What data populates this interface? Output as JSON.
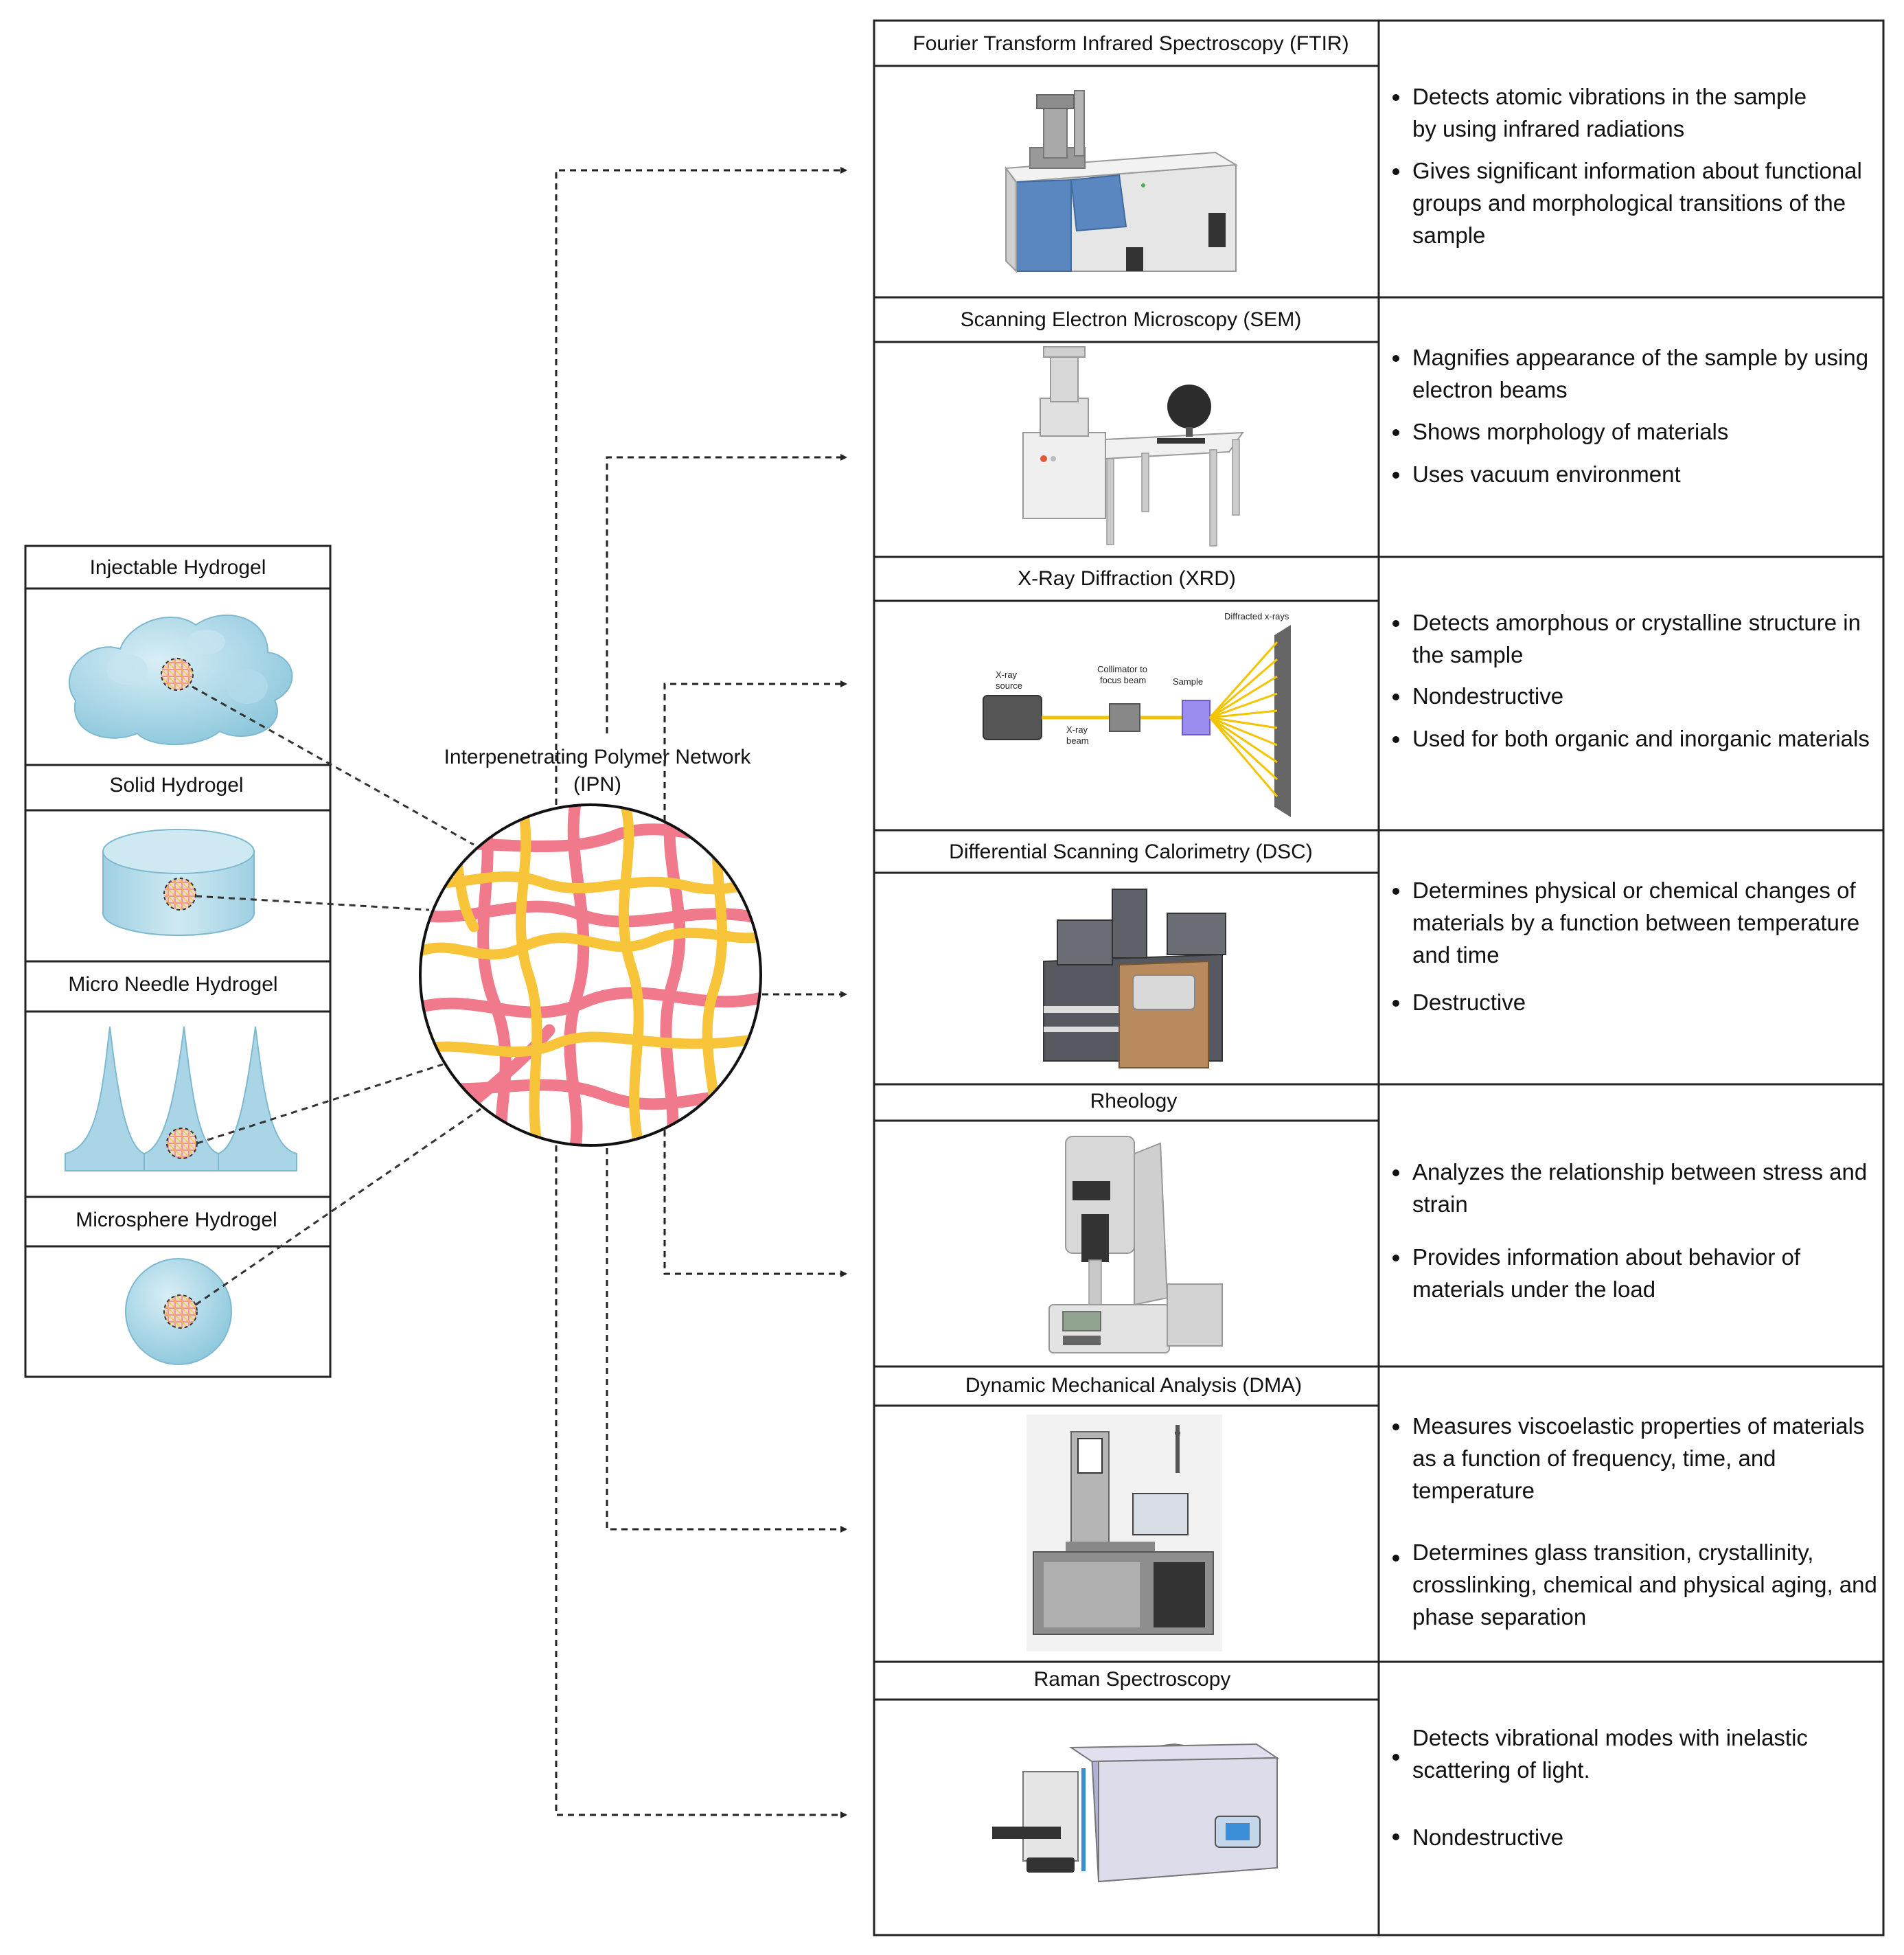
{
  "hydrogels": [
    {
      "title": "Injectable Hydrogel"
    },
    {
      "title": "Solid Hydrogel"
    },
    {
      "title": "Micro Needle Hydrogel"
    },
    {
      "title": "Microsphere Hydrogel"
    }
  ],
  "center": {
    "title_line1": "Interpenetrating Polymer Network",
    "title_line2": "(IPN)"
  },
  "techniques": [
    {
      "title": "Fourier Transform Infrared Spectroscopy (FTIR)",
      "icon": "ftir-instrument-icon",
      "bullets": [
        [
          "Detects atomic vibrations in the sample",
          "by using infrared radiations"
        ],
        [
          "Gives significant information about  functional",
          "groups and morphological transitions of the",
          "sample"
        ]
      ]
    },
    {
      "title": "Scanning Electron Microscopy (SEM)",
      "icon": "sem-instrument-icon",
      "bullets": [
        [
          "Magnifies appearance of the sample by using",
          "electron beams"
        ],
        [
          "Shows morphology of materials"
        ],
        [
          "Uses vacuum environment"
        ]
      ]
    },
    {
      "title": "X-Ray Diffraction (XRD)",
      "icon": "xrd-setup-icon",
      "bullets": [
        [
          "Detects amorphous or crystalline structure in",
          "the sample"
        ],
        [
          "Nondestructive"
        ],
        [
          "Used for both organic and inorganic materials"
        ]
      ]
    },
    {
      "title": "Differential Scanning Calorimetry (DSC)",
      "icon": "dsc-instrument-icon",
      "bullets": [
        [
          "Determines physical or chemical changes of",
          "materials by a function between temperature",
          "and time"
        ],
        [
          "Destructive"
        ]
      ]
    },
    {
      "title": "Rheology",
      "icon": "rheometer-icon",
      "bullets": [
        [
          "Analyzes the relationship between stress and",
          "strain"
        ],
        [
          "Provides information about  behavior of",
          "materials under the load"
        ]
      ]
    },
    {
      "title": "Dynamic Mechanical Analysis (DMA)",
      "icon": "dma-instrument-icon",
      "bullets": [
        [
          "Measures viscoelastic properties of materials",
          "as a function of frequency, time, and",
          "temperature"
        ],
        [
          "Determines glass transition, crystallinity,",
          "crosslinking, chemical and physical aging, and",
          "phase separation"
        ]
      ]
    },
    {
      "title": "Raman Spectroscopy",
      "icon": "raman-spectrometer-icon",
      "bullets": [
        [
          "Detects vibrational modes with inelastic",
          "scattering of light."
        ],
        [
          "Nondestructive"
        ]
      ]
    }
  ],
  "xrd_labels": {
    "xray_source_1": "X-ray",
    "xray_source_2": "source",
    "collimator_1": "Collimator to",
    "collimator_2": "focus beam",
    "sample": "Sample",
    "xray_beam_1": "X-ray",
    "xray_beam_2": "beam",
    "diffracted": "Diffracted x-rays"
  },
  "colors": {
    "hydrogel_blue": "#a9d5e6",
    "ipn_pink": "#f07a8c",
    "ipn_yellow": "#f7c43a",
    "instrument_blue": "#5b87c0",
    "xray_yellow": "#f3c400"
  }
}
